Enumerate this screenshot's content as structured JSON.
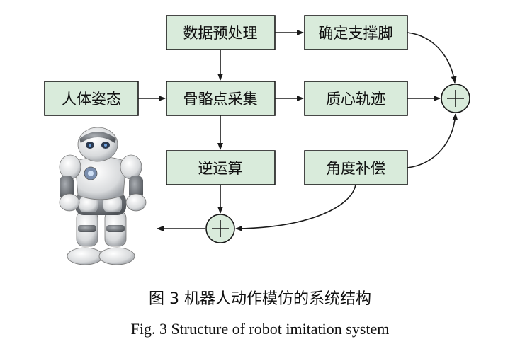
{
  "nodes": {
    "preprocess": "数据预处理",
    "support_foot": "确定支撑脚",
    "human_pose": "人体姿态",
    "skeleton_sampling": "骨骼点采集",
    "com_trajectory": "质心轨迹",
    "inverse_kinematics": "逆运算",
    "angle_compensation": "角度补偿"
  },
  "caption": {
    "cn": "图 3   机器人动作模仿的系统结构",
    "en": "Fig. 3   Structure of robot imitation system"
  }
}
